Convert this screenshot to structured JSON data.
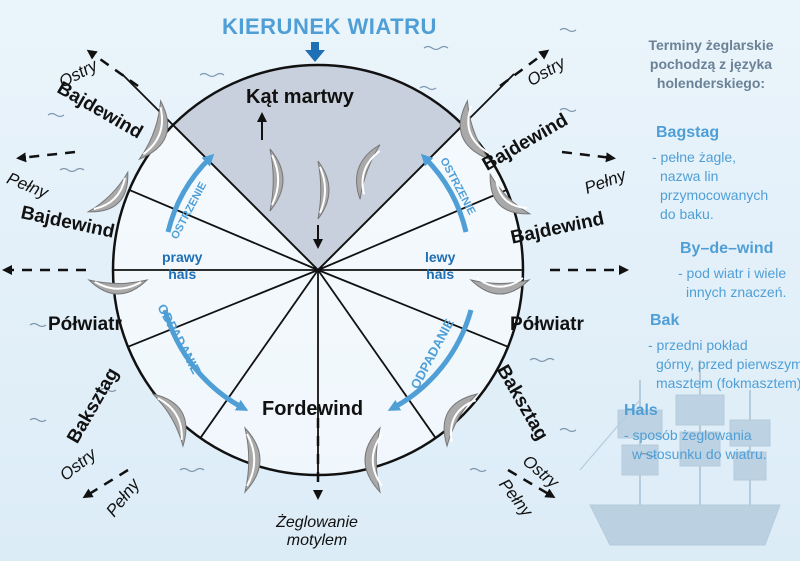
{
  "title": "KIERUNEK WIATRU",
  "dead_angle": "Kąt martwy",
  "sectors": {
    "left_top": {
      "name": "Bajdewind",
      "sub": "Ostry"
    },
    "left_mid": {
      "name": "Bajdewind",
      "sub": "Pełny"
    },
    "left_beam": {
      "name": "Półwiatr"
    },
    "left_back": {
      "name": "Baksztag",
      "sub_sharp": "Ostry",
      "sub_full": "Pełny"
    },
    "right_top": {
      "name": "Bajdewind",
      "sub": "Ostry"
    },
    "right_mid": {
      "name": "Bajdewind",
      "sub": "Pełny"
    },
    "right_beam": {
      "name": "Półwiatr"
    },
    "right_back": {
      "name": "Baksztag",
      "sub_sharp": "Ostry",
      "sub_full": "Pełny"
    },
    "run": {
      "name": "Fordewind"
    },
    "butterfly": {
      "line1": "Żeglowanie",
      "line2": "motylem"
    }
  },
  "tacks": {
    "starboard": {
      "line1": "prawy",
      "line2": "hals"
    },
    "port": {
      "line1": "lewy",
      "line2": "hals"
    }
  },
  "arc_labels": {
    "luff_left": "OSTRZENIE",
    "luff_right": "OSTRZENIE",
    "bear_left": "ODPADANIE",
    "bear_right": "ODPADANIE"
  },
  "sidebar": {
    "intro": [
      "Terminy żeglarskie",
      "pochodzą z języka",
      "holenderskiego:"
    ],
    "terms": [
      {
        "term": "Bagstag",
        "desc": [
          "- pełne żagle,",
          "nazwa lin",
          "przymocowanych",
          "do baku."
        ]
      },
      {
        "term": "By–de–wind",
        "desc": [
          "- pod wiatr i wiele",
          "innych znaczeń."
        ]
      },
      {
        "term": "Bak",
        "desc": [
          "- przedni pokład",
          "górny, przed pierwszym",
          "masztem (fokmasztem)."
        ]
      },
      {
        "term": "Hals",
        "desc": [
          "- sposób żeglowania",
          "w stosunku do wiatru."
        ]
      }
    ]
  },
  "colors": {
    "accent": "#4f9fd6",
    "dead_zone": "#8797b3",
    "sail": "#a9a9a9",
    "ink": "#111111"
  }
}
